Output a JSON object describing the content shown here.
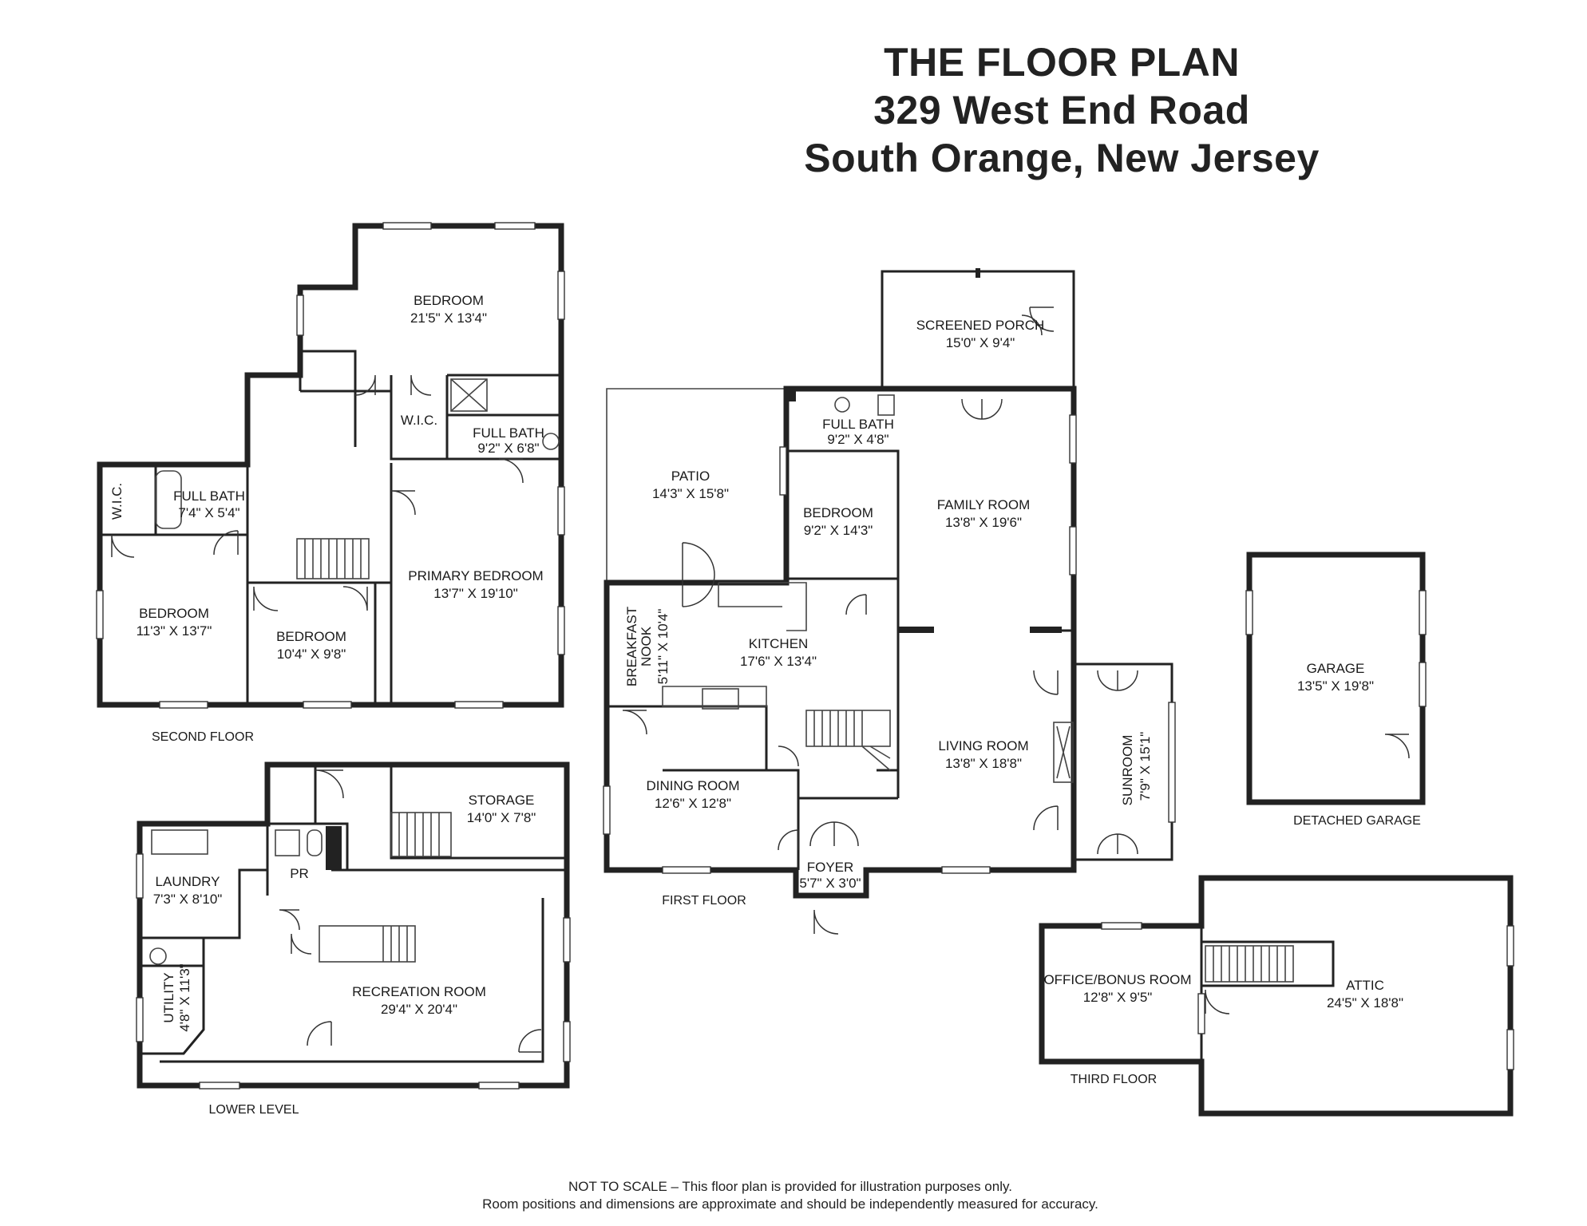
{
  "header": {
    "title": "THE FLOOR PLAN",
    "address_line1": "329 West End Road",
    "address_line2": "South Orange, New Jersey"
  },
  "floors": {
    "second": {
      "label": "SECOND FLOOR",
      "rooms": {
        "bedroom_top": {
          "name": "BEDROOM",
          "dims": "21'5\" X 13'4\""
        },
        "wic_top": {
          "name": "W.I.C."
        },
        "full_bath_top": {
          "name": "FULL BATH",
          "dims": "9'2\" X 6'8\""
        },
        "wic_left": {
          "name": "W.I.C."
        },
        "full_bath_left": {
          "name": "FULL BATH",
          "dims": "7'4\" X 5'4\""
        },
        "bedroom_left": {
          "name": "BEDROOM",
          "dims": "11'3\" X 13'7\""
        },
        "bedroom_mid": {
          "name": "BEDROOM",
          "dims": "10'4\" X 9'8\""
        },
        "primary_bedroom": {
          "name": "PRIMARY BEDROOM",
          "dims": "13'7\" X 19'10\""
        }
      }
    },
    "lower": {
      "label": "LOWER LEVEL",
      "rooms": {
        "storage": {
          "name": "STORAGE",
          "dims": "14'0\" X 7'8\""
        },
        "laundry": {
          "name": "LAUNDRY",
          "dims": "7'3\" X 8'10\""
        },
        "pr": {
          "name": "PR"
        },
        "utility": {
          "name": "UTILITY",
          "dims": "4'8\" X 11'3\""
        },
        "recreation": {
          "name": "RECREATION ROOM",
          "dims": "29'4\" X 20'4\""
        }
      }
    },
    "first": {
      "label": "FIRST FLOOR",
      "rooms": {
        "screened_porch": {
          "name": "SCREENED PORCH",
          "dims": "15'0\" X 9'4\""
        },
        "patio": {
          "name": "PATIO",
          "dims": "14'3\" X 15'8\""
        },
        "full_bath": {
          "name": "FULL BATH",
          "dims": "9'2\" X 4'8\""
        },
        "bedroom": {
          "name": "BEDROOM",
          "dims": "9'2\" X 14'3\""
        },
        "family_room": {
          "name": "FAMILY ROOM",
          "dims": "13'8\" X 19'6\""
        },
        "breakfast_nook": {
          "name_line1": "BREAKFAST",
          "name_line2": "NOOK",
          "dims": "5'11\" X 10'4\""
        },
        "kitchen": {
          "name": "KITCHEN",
          "dims": "17'6\" X 13'4\""
        },
        "living_room": {
          "name": "LIVING ROOM",
          "dims": "13'8\" X 18'8\""
        },
        "sunroom": {
          "name": "SUNROOM",
          "dims": "7'9\" X 15'1\""
        },
        "dining_room": {
          "name": "DINING ROOM",
          "dims": "12'6\" X 12'8\""
        },
        "foyer": {
          "name": "FOYER",
          "dims": "5'7\" X 3'0\""
        }
      }
    },
    "garage": {
      "label": "DETACHED GARAGE",
      "rooms": {
        "garage": {
          "name": "GARAGE",
          "dims": "13'5\" X 19'8\""
        }
      }
    },
    "third": {
      "label": "THIRD FLOOR",
      "rooms": {
        "office": {
          "name": "OFFICE/BONUS ROOM",
          "dims": "12'8\" X 9'5\""
        },
        "attic": {
          "name": "ATTIC",
          "dims": "24'5\" X 18'8\""
        }
      }
    }
  },
  "disclaimer": {
    "line1": "NOT TO SCALE – This floor plan is provided for illustration purposes only.",
    "line2": "Room positions and dimensions are approximate and should be independently measured for accuracy."
  }
}
